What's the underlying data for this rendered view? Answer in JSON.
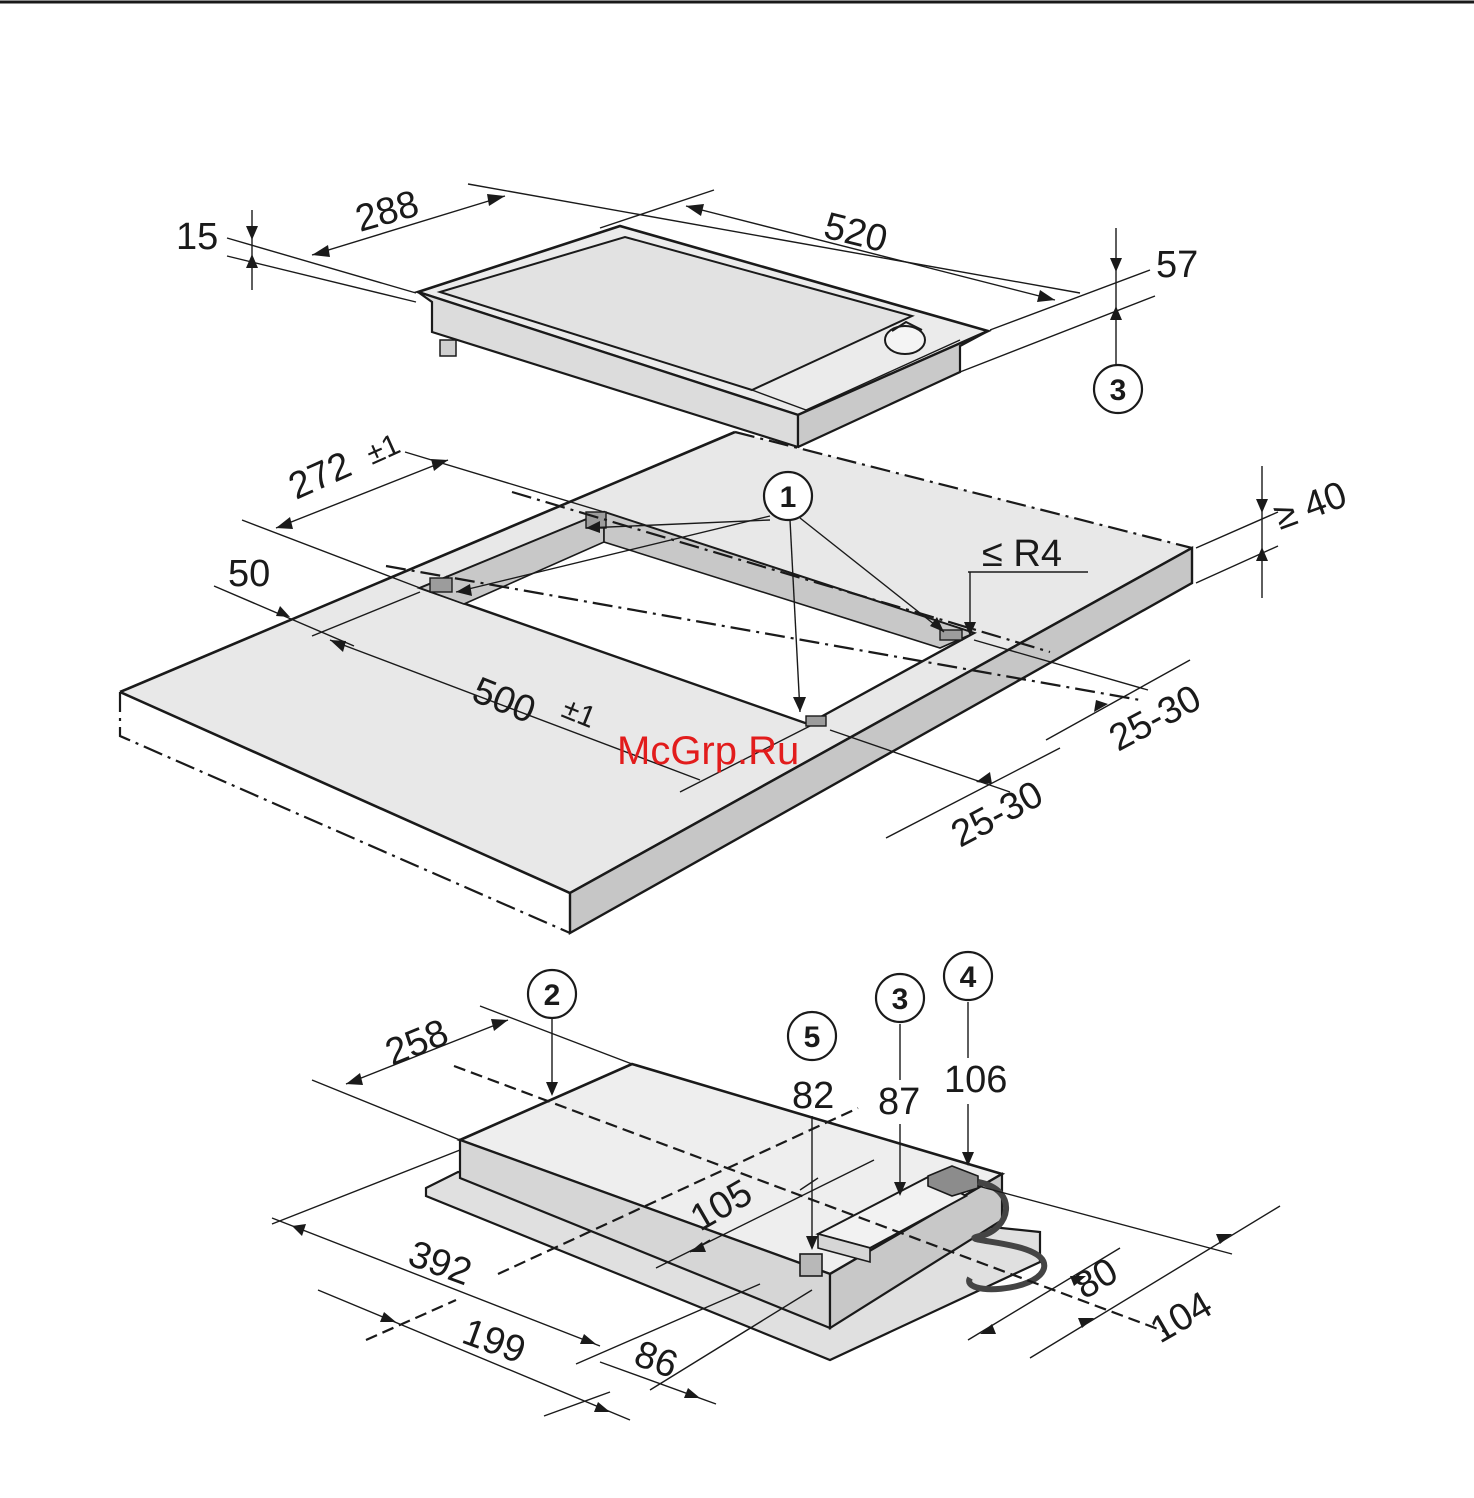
{
  "hob_top": {
    "dim_height_15": "15",
    "dim_depth_288": "288",
    "dim_width_520": "520",
    "dim_height_57": "57",
    "callout_3": "3"
  },
  "cutout": {
    "dim_272": "272",
    "dim_272_tol": "±1",
    "dim_50": "50",
    "dim_500": "500",
    "dim_500_tol": "±1",
    "dim_radius": "≤ R4",
    "dim_thickness": "≥ 40",
    "dim_25_30_a": "25-30",
    "dim_25_30_b": "25-30",
    "callout_1": "1"
  },
  "hob_bottom": {
    "dim_258": "258",
    "dim_105": "105",
    "dim_392": "392",
    "dim_199": "199",
    "dim_86": "86",
    "dim_80": "80",
    "dim_104": "104",
    "dim_82": "82",
    "dim_87": "87",
    "dim_106": "106",
    "callout_2": "2",
    "callout_3": "3",
    "callout_4": "4",
    "callout_5": "5"
  },
  "watermark": "McGrp.Ru",
  "colors": {
    "line": "#1a1a1a",
    "surface": "#e6e6e6",
    "surface_light": "#f0f0f0",
    "side": "#c8c8c8",
    "watermark": "#e21c1c"
  }
}
